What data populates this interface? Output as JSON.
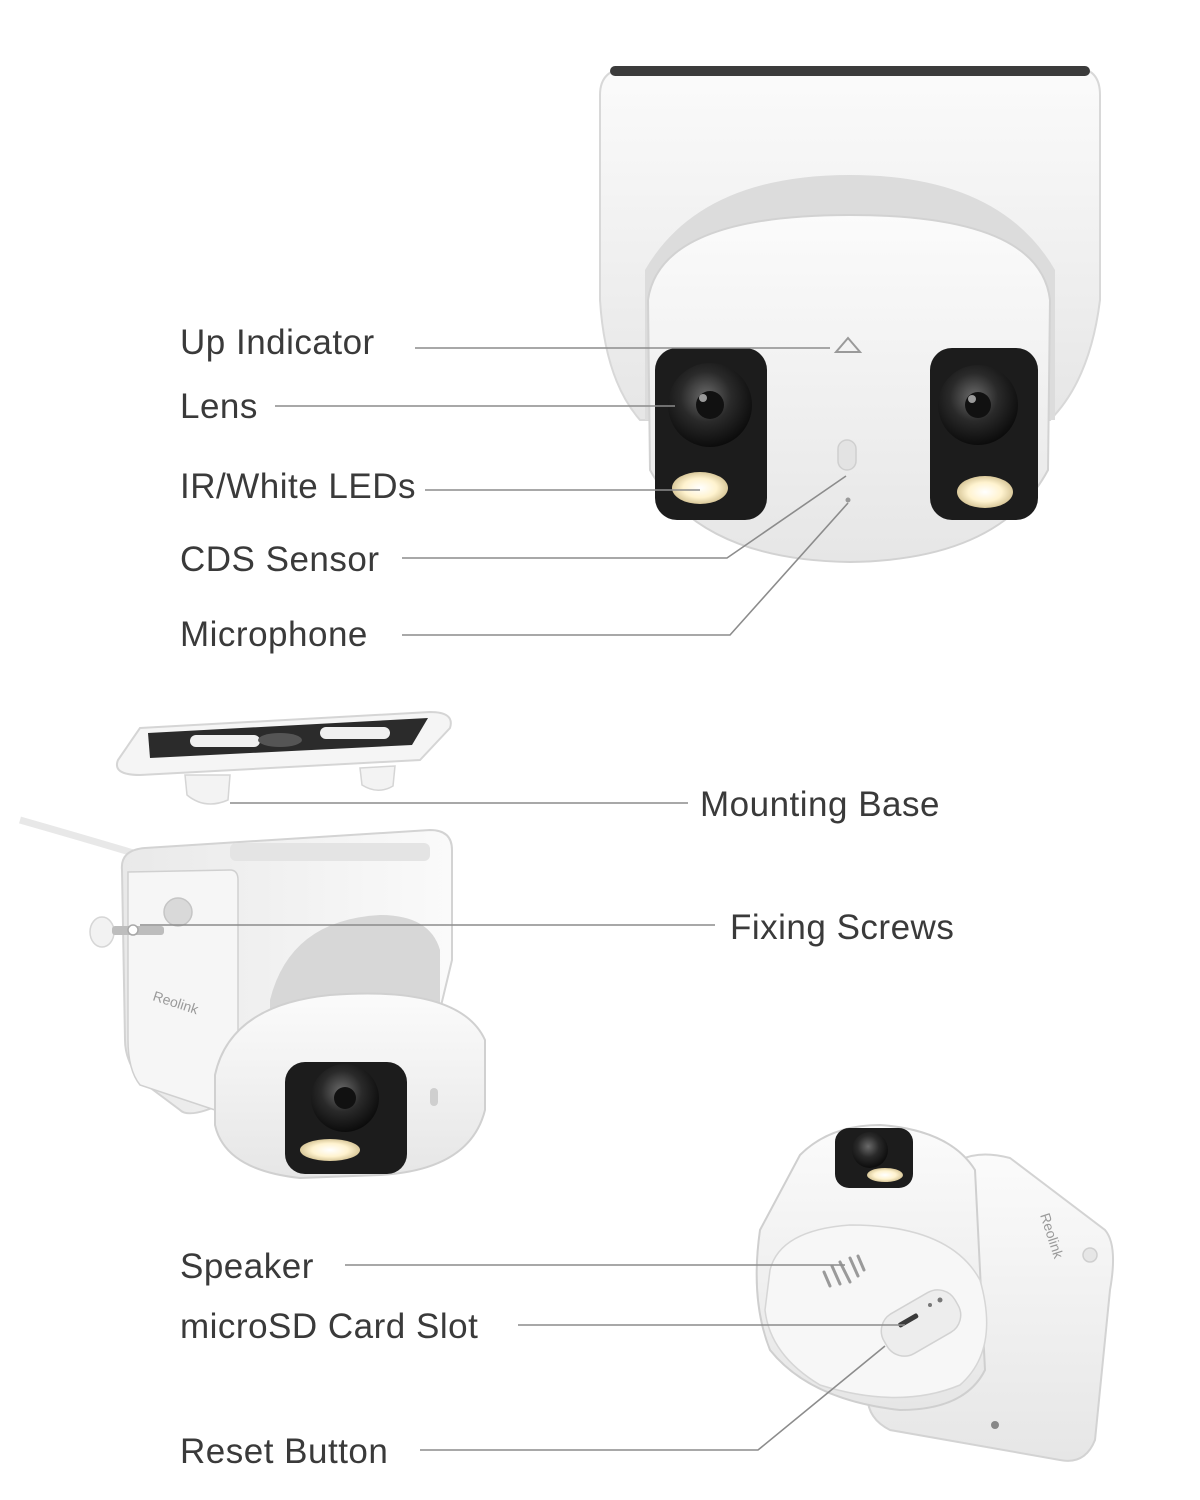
{
  "brand": {
    "logo_text": "Reolink"
  },
  "callouts": {
    "up_indicator": "Up Indicator",
    "lens": "Lens",
    "ir_white_leds": "IR/White LEDs",
    "cds_sensor": "CDS Sensor",
    "microphone": "Microphone",
    "mounting_base": "Mounting Base",
    "fixing_screws": "Fixing Screws",
    "speaker": "Speaker",
    "microsd_card_slot": "microSD Card Slot",
    "reset_button": "Reset Button"
  },
  "colors": {
    "label_text": "#3a3a3a",
    "leader_line": "#8c8c8c",
    "camera_body": "#f4f4f4",
    "lens_housing": "#1e1e1e",
    "led_glow": "#fff6d8"
  }
}
